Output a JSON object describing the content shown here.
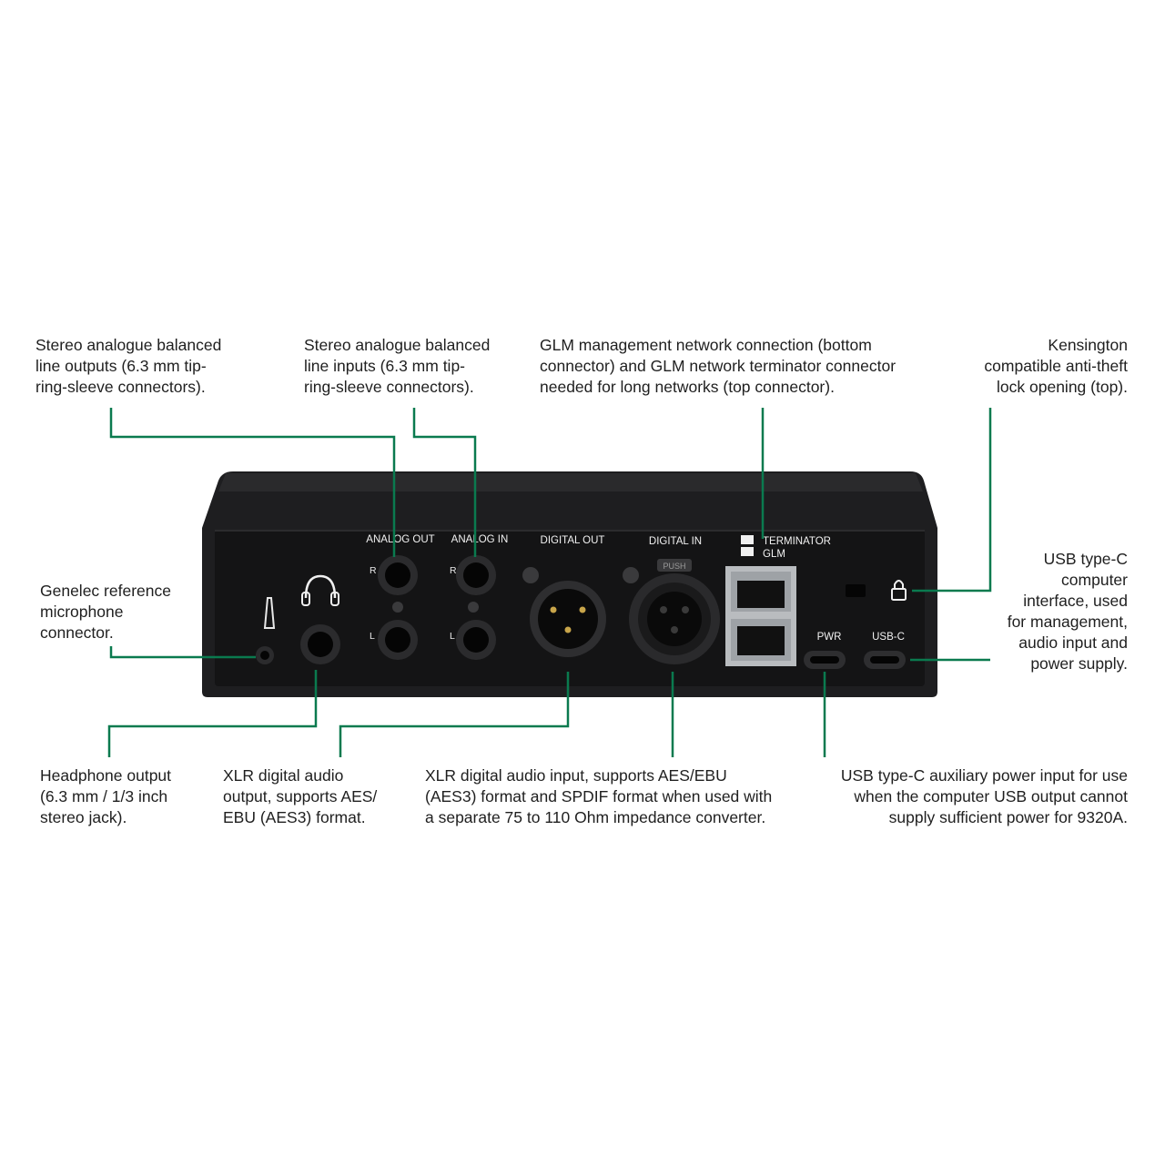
{
  "colors": {
    "leader": "#0a7a4f",
    "device": "#1c1c1e",
    "panel": "#161617"
  },
  "callouts": {
    "analog_out": "Stereo analogue balanced\nline outputs (6.3 mm tip-\nring-sleeve connectors).",
    "analog_in": "Stereo analogue balanced\nline inputs (6.3 mm tip-\nring-sleeve connectors).",
    "glm": "GLM management network connection (bottom\nconnector) and GLM network terminator connector\nneeded for long networks (top connector).",
    "kensington": "Kensington\ncompatible anti-theft\nlock opening (top).",
    "mic": "Genelec reference\nmicrophone\nconnector.",
    "usb_c_computer": "USB type-C\ncomputer\ninterface, used\nfor management,\naudio input and\npower supply.",
    "headphone": "Headphone output\n(6.3 mm / 1/3 inch\nstereo jack).",
    "xlr_out": "XLR digital audio\noutput, supports AES/\nEBU (AES3) format.",
    "xlr_in": "XLR digital audio input, supports AES/EBU\n(AES3) format and SPDIF format when used with\na separate 75 to 110 Ohm impedance converter.",
    "usb_pwr": "USB type-C auxiliary power input for use\nwhen the computer USB output cannot\nsupply sufficient power for 9320A."
  },
  "panel_labels": {
    "analog_out": "ANALOG OUT",
    "analog_in": "ANALOG IN",
    "digital_out": "DIGITAL OUT",
    "digital_in": "DIGITAL IN",
    "terminator": "TERMINATOR",
    "glm": "GLM",
    "pwr": "PWR",
    "usb_c": "USB-C",
    "r": "R",
    "l": "L",
    "push": "PUSH"
  }
}
